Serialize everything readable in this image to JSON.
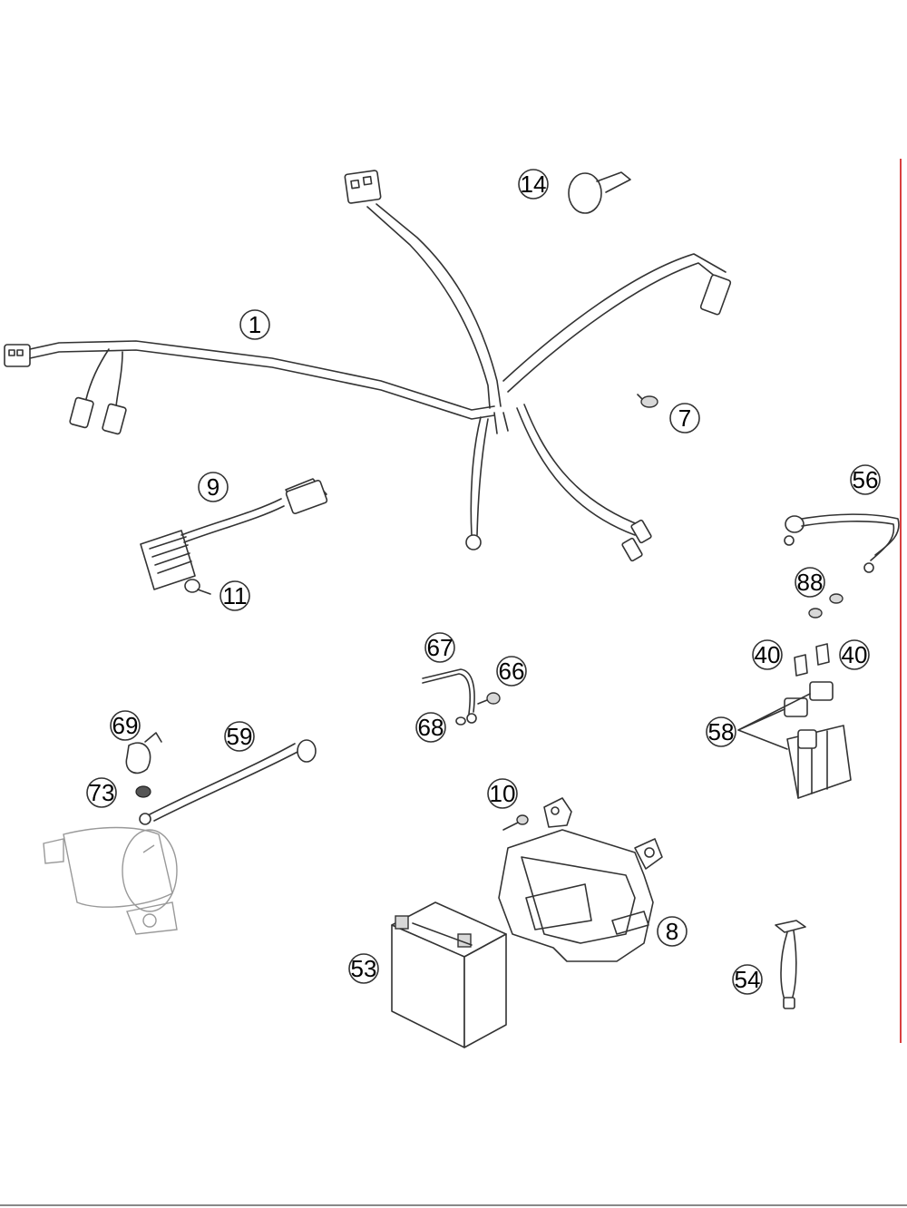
{
  "diagram": {
    "callouts": [
      {
        "id": "c1",
        "label": "1"
      },
      {
        "id": "c14",
        "label": "14"
      },
      {
        "id": "c7",
        "label": "7"
      },
      {
        "id": "c9",
        "label": "9"
      },
      {
        "id": "c11",
        "label": "11"
      },
      {
        "id": "c56",
        "label": "56"
      },
      {
        "id": "c88",
        "label": "88"
      },
      {
        "id": "c67",
        "label": "67"
      },
      {
        "id": "c66",
        "label": "66"
      },
      {
        "id": "c68",
        "label": "68"
      },
      {
        "id": "c40a",
        "label": "40"
      },
      {
        "id": "c40b",
        "label": "40"
      },
      {
        "id": "c58",
        "label": "58"
      },
      {
        "id": "c69",
        "label": "69"
      },
      {
        "id": "c59",
        "label": "59"
      },
      {
        "id": "c73",
        "label": "73"
      },
      {
        "id": "c10",
        "label": "10"
      },
      {
        "id": "c8",
        "label": "8"
      },
      {
        "id": "c53",
        "label": "53"
      },
      {
        "id": "c54",
        "label": "54"
      }
    ],
    "colors": {
      "line": "#333333",
      "accent_edge": "#cc0000",
      "background": "#ffffff"
    }
  }
}
